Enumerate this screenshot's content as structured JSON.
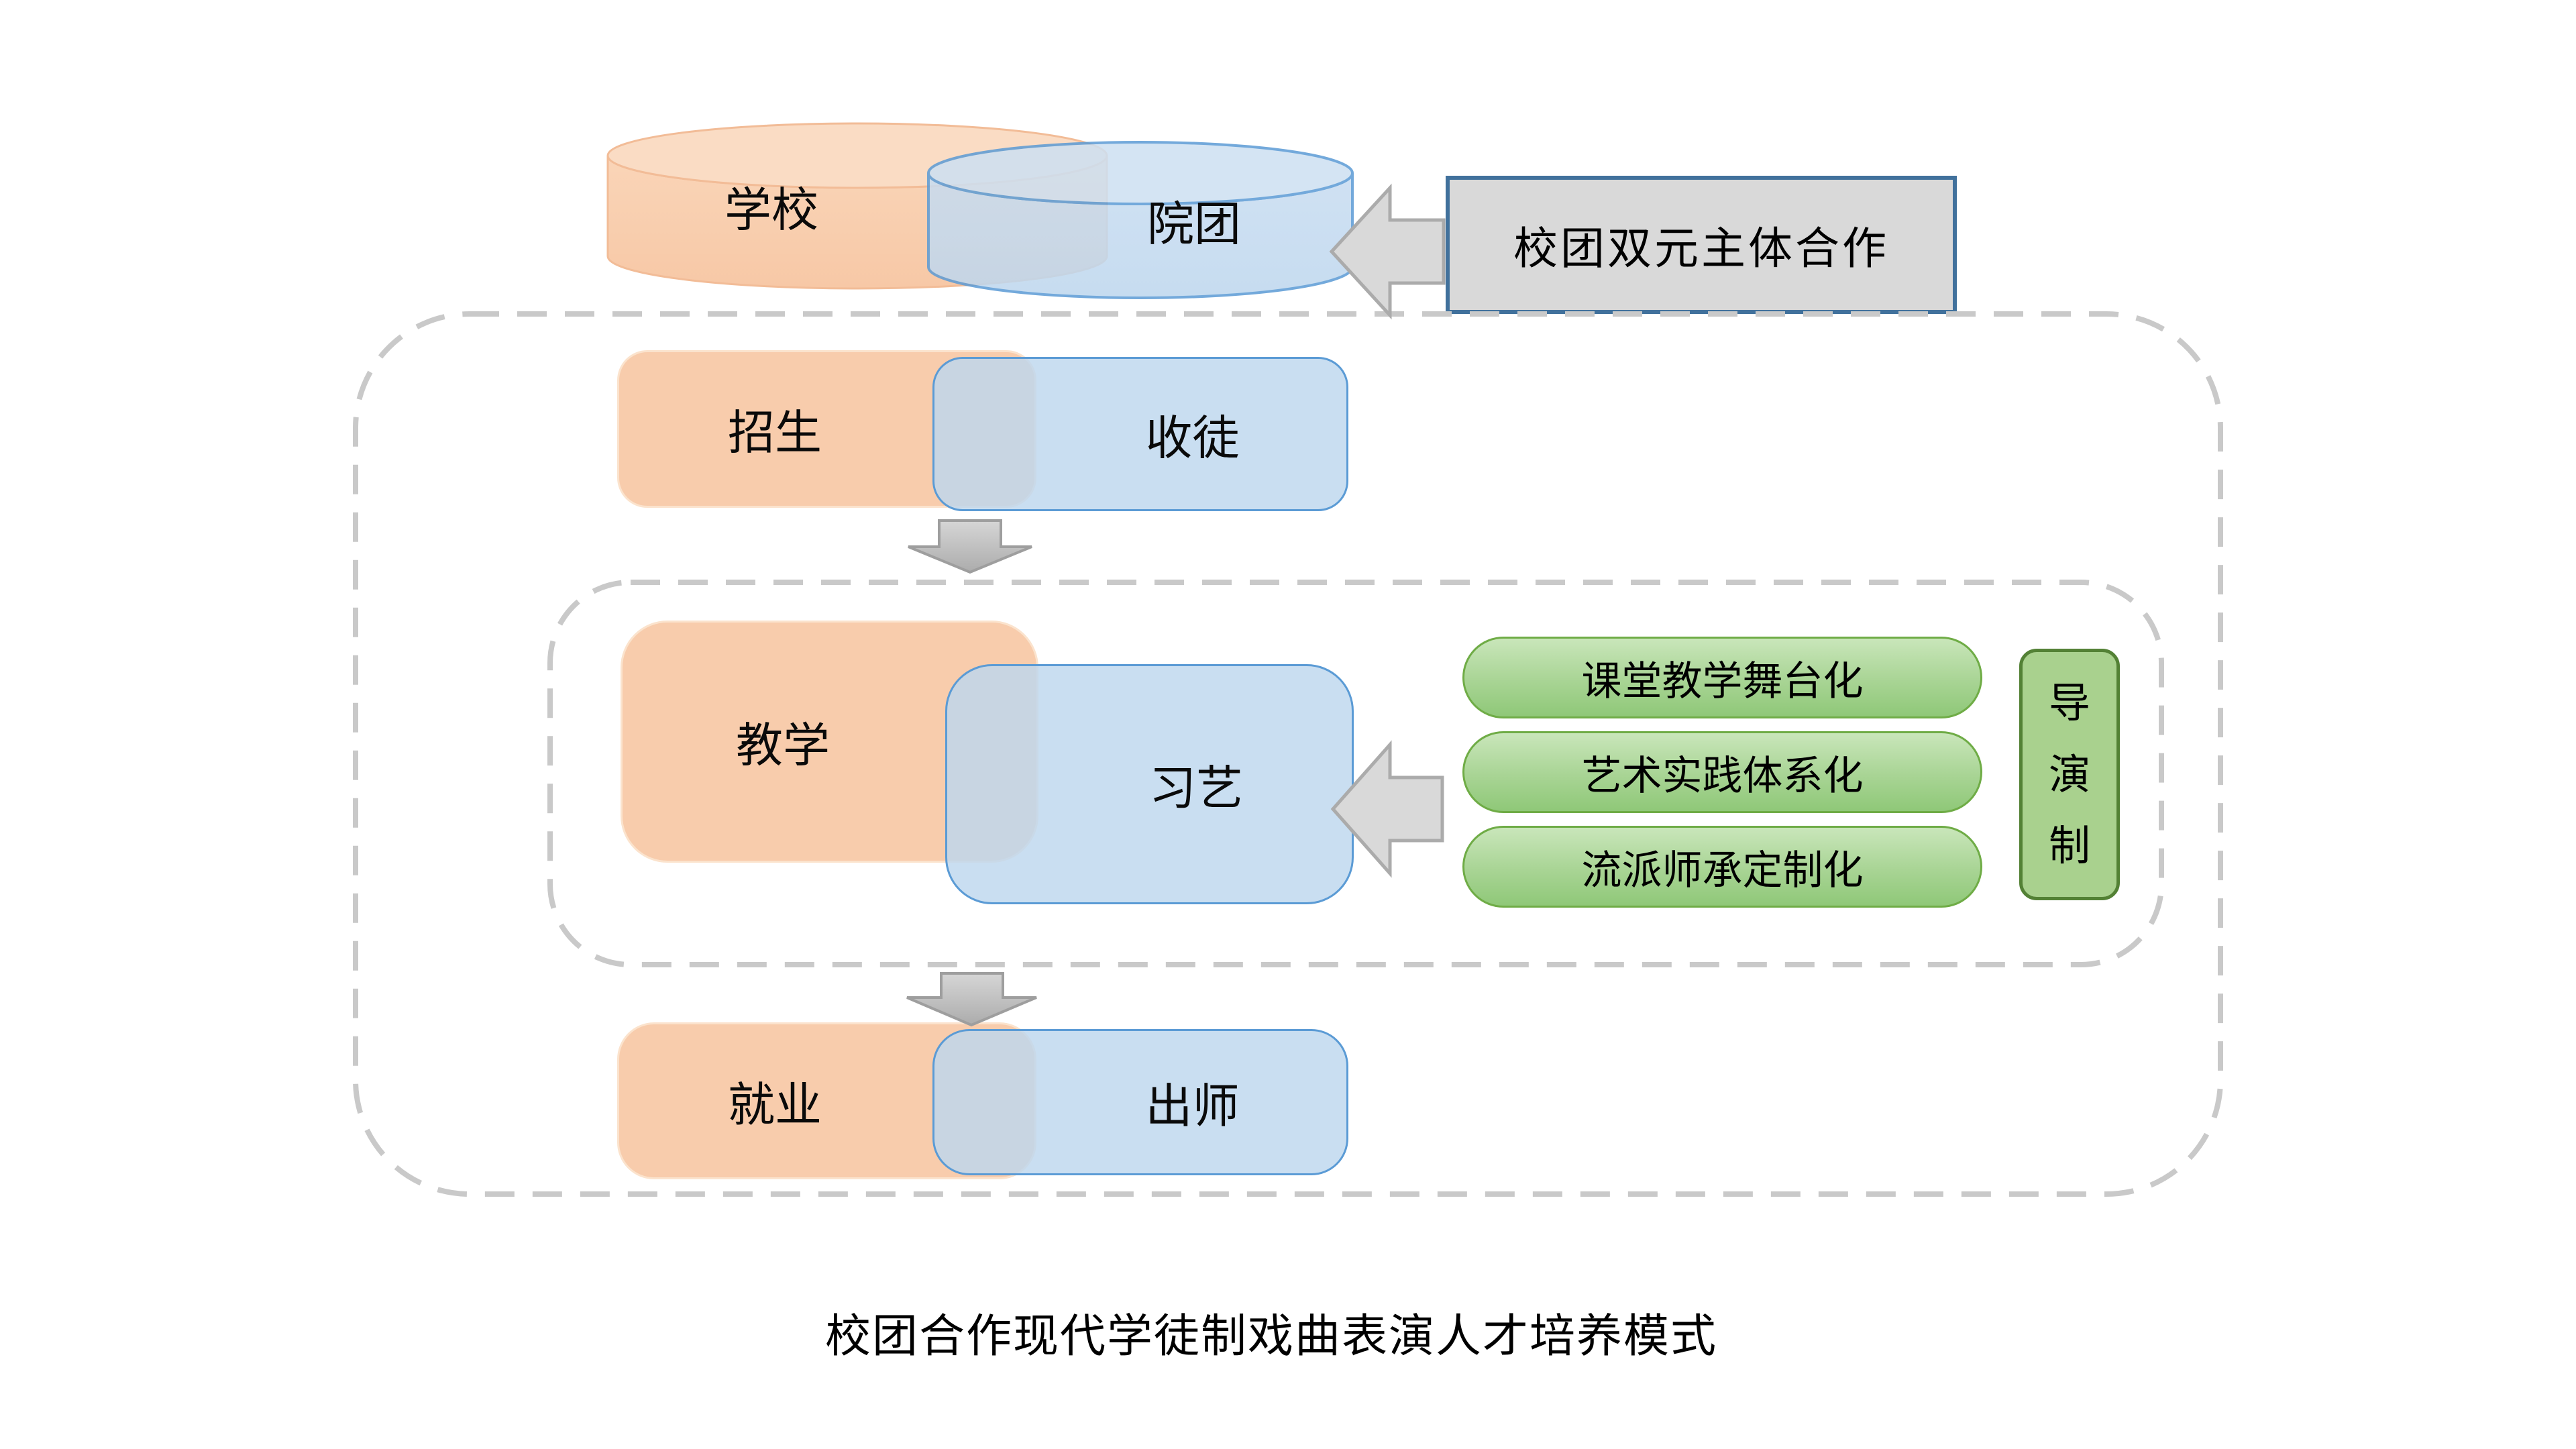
{
  "diagram": {
    "title": "校团合作现代学徒制戏曲表演人才培养模式",
    "top": {
      "school": "学校",
      "troupe": "院团",
      "cooperation": "校团双元主体合作"
    },
    "rows": [
      {
        "left": "招生",
        "right": "收徒"
      },
      {
        "left": "教学",
        "right": "习艺"
      },
      {
        "left": "就业",
        "right": "出师"
      }
    ],
    "methods": [
      "课堂教学舞台化",
      "艺术实践体系化",
      "流派师承定制化"
    ],
    "director_label": "导演制",
    "director_chars": [
      "导",
      "演",
      "制"
    ],
    "colors": {
      "school_orange": "#F8CCAC",
      "troupe_blue": "#BDD7EE",
      "blue_border": "#5B9BD5",
      "method_green_fill": "#A9D18E",
      "method_green_border": "#70AD47",
      "director_border": "#538135",
      "cooperation_gray": "#D9D9D9",
      "cooperation_border": "#41719C",
      "arrow_gray": "#D9D9D9",
      "dashed_frame_gray": "#C9C9C9"
    }
  }
}
